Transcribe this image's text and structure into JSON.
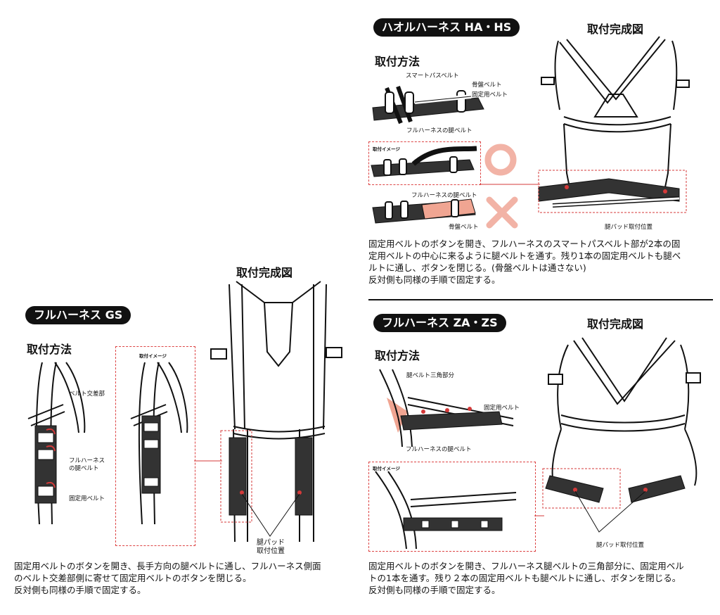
{
  "top_right": {
    "title": "ハオルハーネス HA・HS",
    "method_heading": "取付方法",
    "complete_heading": "取付完成図",
    "labels": {
      "smart_pass_belt": "スマートパスベルト",
      "pelvic_belt": "骨盤ベルト",
      "fixing_belt": "固定用ベルト",
      "leg_belt": "フルハーネスの腿ベルト",
      "image_tag": "取付イメージ",
      "leg_belt_2": "フルハーネスの腿ベルト",
      "pelvic_belt_2": "骨盤ベルト",
      "pad_position": "腿パッド取付位置"
    },
    "description": "固定用ベルトのボタンを開き、フルハーネスのスマートパスベルト部が2本の固\n定用ベルトの中心に来るように腿ベルトを通す。残り1本の固定用ベルトも腿ベ\nルトに通し、ボタンを閉じる。(骨盤ベルトは通さない)\n反対側も同様の手順で固定する。"
  },
  "left": {
    "title": "フルハーネス GS",
    "method_heading": "取付方法",
    "complete_heading": "取付完成図",
    "labels": {
      "belt_cross": "ベルト交差部",
      "leg_belt": "フルハーネス\nの腿ベルト",
      "fixing_belt": "固定用ベルト",
      "image_tag": "取付イメージ",
      "pad_position": "腿パッド\n取付位置"
    },
    "description": "固定用ベルトのボタンを開き、長手方向の腿ベルトに通し、フルハーネス側面\nのベルト交差部側に寄せて固定用ベルトのボタンを閉じる。\n反対側も同様の手順で固定する。"
  },
  "bottom_right": {
    "title": "フルハーネス ZA・ZS",
    "method_heading": "取付方法",
    "complete_heading": "取付完成図",
    "labels": {
      "triangle_part": "腿ベルト三角部分",
      "fixing_belt": "固定用ベルト",
      "leg_belt": "フルハーネスの腿ベルト",
      "image_tag": "取付イメージ",
      "pad_position": "腿パッド取付位置"
    },
    "description": "固定用ベルトのボタンを開き、フルハーネス腿ベルトの三角部分に、固定用ベル\nトの1本を通す。残り２本の固定用ベルトも腿ベルトに通し、ボタンを閉じる。\n反対側も同様の手順で固定する。"
  },
  "symbols": {
    "ok": "circle-ok-mark",
    "ng": "cross-ng-mark"
  },
  "colors": {
    "accent_red": "#d43a3a",
    "ok_pink": "#f2b3a6",
    "highlight_salmon": "#f0a592"
  }
}
